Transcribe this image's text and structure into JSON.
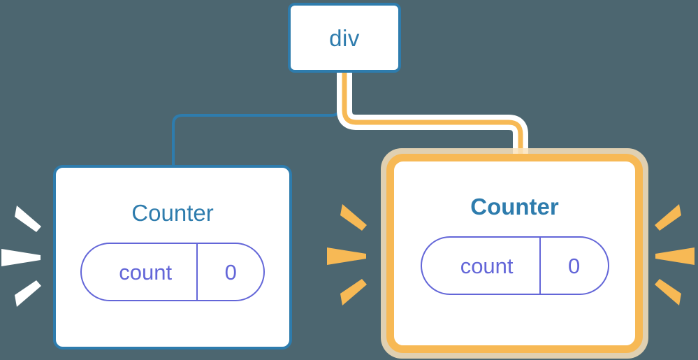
{
  "diagram": {
    "title": "component-tree-rerender",
    "background_color": "#4c6670",
    "accent_blue": "#2e7cad",
    "accent_orange": "#f7b955",
    "accent_purple": "#6366d8",
    "halo_color": "#fae3bc"
  },
  "nodes": {
    "root": {
      "label": "div",
      "border_color": "#2e7cad",
      "highlighted": "false"
    },
    "counter_left": {
      "label": "Counter",
      "border_color": "#2e7cad",
      "highlighted": "false",
      "state": {
        "key": "count",
        "value": "0"
      }
    },
    "counter_right": {
      "label": "Counter",
      "border_color": "#f7b955",
      "highlighted": "true",
      "state": {
        "key": "count",
        "value": "0"
      }
    }
  },
  "edges": [
    {
      "name": "root-to-counter-left",
      "from": "div",
      "to": "Counter",
      "color": "#2e7cad",
      "highlighted": "false"
    },
    {
      "name": "root-to-counter-right",
      "from": "div",
      "to": "Counter",
      "color": "#f7b955",
      "highlighted": "true"
    }
  ],
  "sparkles": [
    {
      "name": "sparkles-left-of-counter-left",
      "color": "#ffffff"
    },
    {
      "name": "sparkles-left-of-counter-right",
      "color": "#f7b955"
    },
    {
      "name": "sparkles-right-of-counter-right",
      "color": "#f7b955"
    }
  ]
}
